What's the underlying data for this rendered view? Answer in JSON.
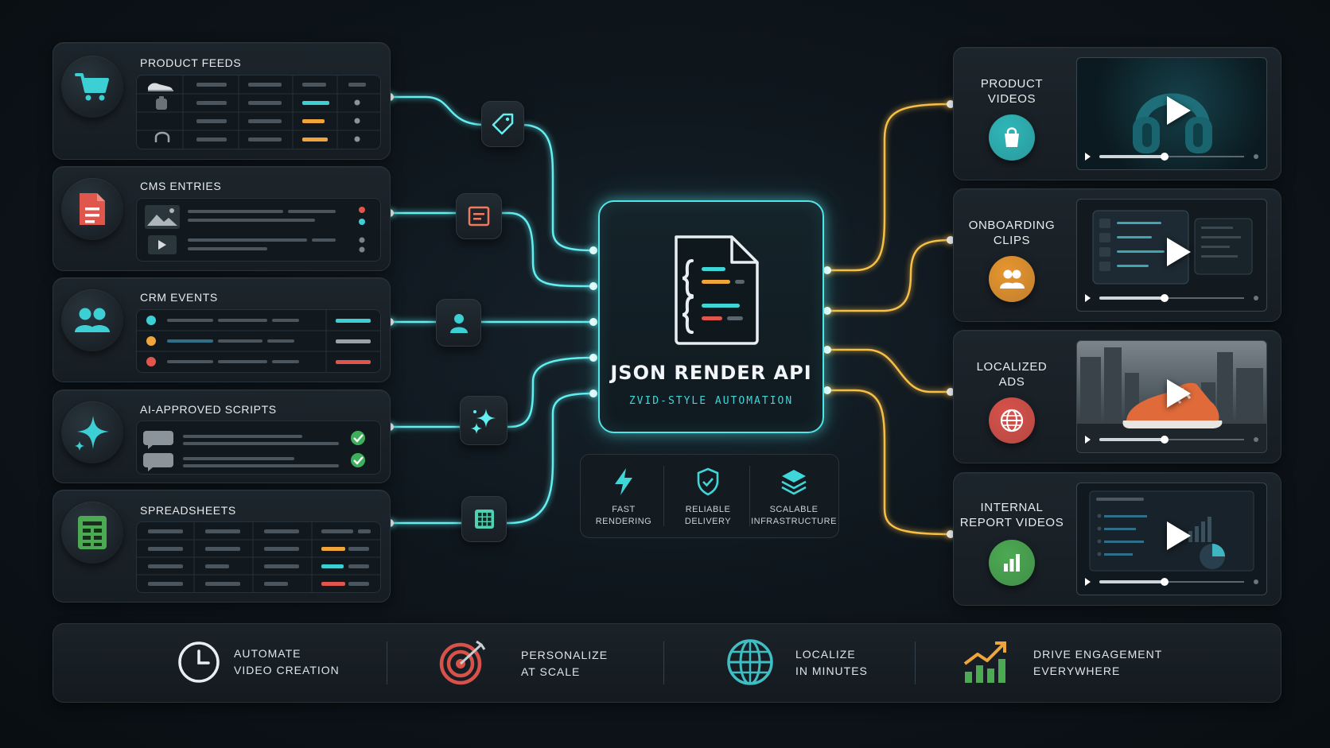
{
  "sources": [
    {
      "title": "PRODUCT FEEDS",
      "icon": "shopping-cart-icon"
    },
    {
      "title": "CMS ENTRIES",
      "icon": "document-icon"
    },
    {
      "title": "CRM EVENTS",
      "icon": "users-icon"
    },
    {
      "title": "AI-APPROVED SCRIPTS",
      "icon": "sparkle-icon"
    },
    {
      "title": "SPREADSHEETS",
      "icon": "spreadsheet-icon"
    }
  ],
  "connector_icons": [
    "tag-icon",
    "note-icon",
    "person-icon",
    "sparkles-icon",
    "grid-icon"
  ],
  "hub": {
    "title": "JSON RENDER API",
    "subtitle": "ZVID-STYLE AUTOMATION",
    "icon": "json-document-icon"
  },
  "features": [
    {
      "line1": "FAST",
      "line2": "RENDERING",
      "icon": "lightning-icon"
    },
    {
      "line1": "RELIABLE",
      "line2": "DELIVERY",
      "icon": "shield-check-icon"
    },
    {
      "line1": "SCALABLE",
      "line2": "INFRASTRUCTURE",
      "icon": "layers-icon"
    }
  ],
  "outputs": [
    {
      "line1": "PRODUCT",
      "line2": "VIDEOS",
      "icon": "shopping-bag-icon",
      "color": "#2fb7b9",
      "progress": 0.45
    },
    {
      "line1": "ONBOARDING",
      "line2": "CLIPS",
      "icon": "users-icon",
      "color": "#e8962f",
      "progress": 0.45
    },
    {
      "line1": "LOCALIZED",
      "line2": "ADS",
      "icon": "globe-icon",
      "color": "#d9524a",
      "progress": 0.45
    },
    {
      "line1": "INTERNAL",
      "line2": "REPORT VIDEOS",
      "icon": "bar-chart-icon",
      "color": "#4caa52",
      "progress": 0.45
    }
  ],
  "benefits": [
    {
      "line1": "AUTOMATE",
      "line2": "VIDEO CREATION",
      "icon": "clock-icon"
    },
    {
      "line1": "PERSONALIZE",
      "line2": "AT SCALE",
      "icon": "target-icon"
    },
    {
      "line1": "LOCALIZE",
      "line2": "IN MINUTES",
      "icon": "globe-icon"
    },
    {
      "line1": "DRIVE ENGAGEMENT",
      "line2": "EVERYWHERE",
      "icon": "growth-chart-icon"
    }
  ],
  "colors": {
    "accent_teal": "#53e4e8",
    "accent_amber": "#f3b43a",
    "background": "#0c1217"
  }
}
